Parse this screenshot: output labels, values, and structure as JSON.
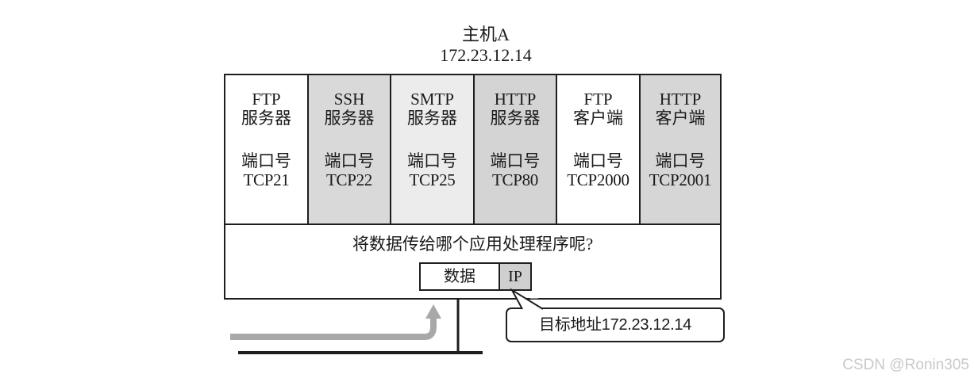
{
  "host": {
    "name": "主机A",
    "ip": "172.23.12.14"
  },
  "applications": [
    {
      "name": "FTP",
      "role": "服务器",
      "port_label": "端口号",
      "port": "TCP21",
      "fill": "#ffffff"
    },
    {
      "name": "SSH",
      "role": "服务器",
      "port_label": "端口号",
      "port": "TCP22",
      "fill": "#d9d9d9"
    },
    {
      "name": "SMTP",
      "role": "服务器",
      "port_label": "端口号",
      "port": "TCP25",
      "fill": "#ececec"
    },
    {
      "name": "HTTP",
      "role": "服务器",
      "port_label": "端口号",
      "port": "TCP80",
      "fill": "#d4d4d4"
    },
    {
      "name": "FTP",
      "role": "客户端",
      "port_label": "端口号",
      "port": "TCP2000",
      "fill": "#ffffff"
    },
    {
      "name": "HTTP",
      "role": "客户端",
      "port_label": "端口号",
      "port": "TCP2001",
      "fill": "#d6d6d6"
    }
  ],
  "question": "将数据传给哪个应用处理程序呢?",
  "packet": {
    "data_label": "数据",
    "header_label": "IP"
  },
  "callout": {
    "text": "目标地址172.23.12.14"
  },
  "colors": {
    "line": "#1e1e1e",
    "arrow": "#a8a8a8",
    "watermark": "#c9c9c9"
  },
  "watermark": "CSDN @Ronin305"
}
